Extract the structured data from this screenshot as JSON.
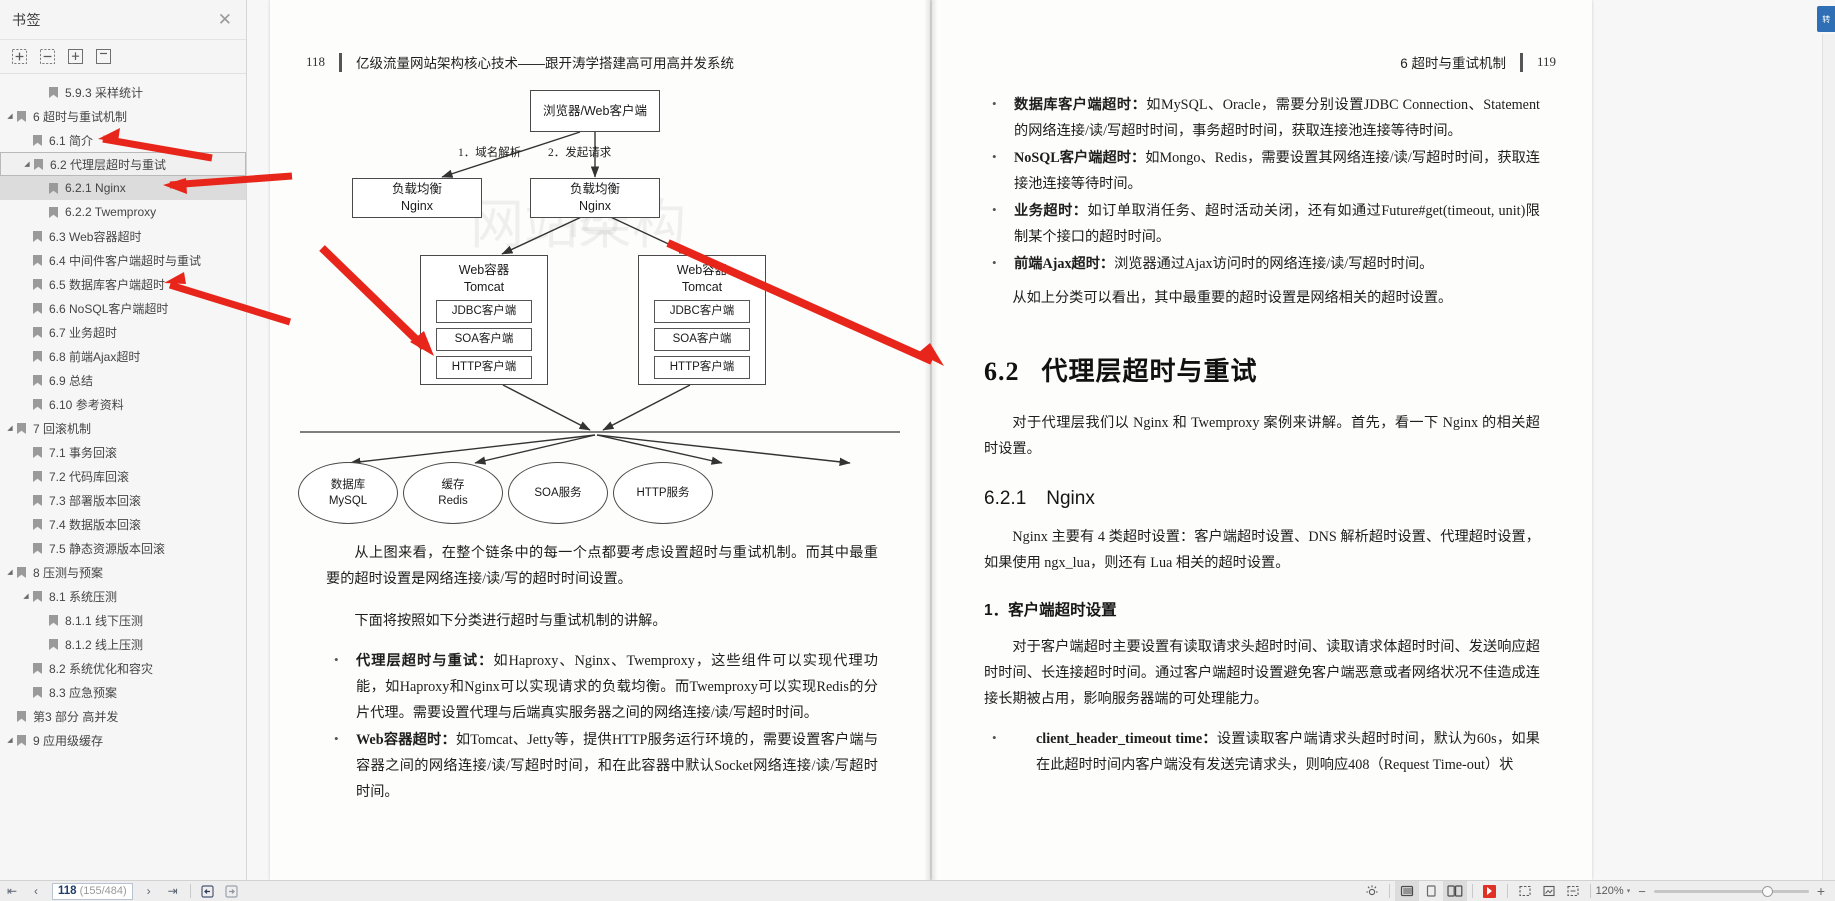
{
  "sidebar": {
    "title": "书签",
    "close_label": "✕",
    "tools": [
      {
        "name": "expand-all-icon",
        "glyph": "⊞"
      },
      {
        "name": "collapse-all-icon",
        "glyph": "⊟"
      },
      {
        "name": "add-bookmark-icon",
        "glyph": "⊞"
      },
      {
        "name": "bookmark-options-icon",
        "glyph": "⊡"
      }
    ],
    "items": [
      {
        "label": "5.9.3 采样统计",
        "indent": 2,
        "twisty": "",
        "state": "normal"
      },
      {
        "label": "6 超时与重试机制",
        "indent": 0,
        "twisty": "▾",
        "state": "normal"
      },
      {
        "label": "6.1 简介",
        "indent": 1,
        "twisty": "",
        "state": "normal"
      },
      {
        "label": "6.2 代理层超时与重试",
        "indent": 1,
        "twisty": "▾",
        "state": "boxed"
      },
      {
        "label": "6.2.1 Nginx",
        "indent": 2,
        "twisty": "",
        "state": "highlight"
      },
      {
        "label": "6.2.2 Twemproxy",
        "indent": 2,
        "twisty": "",
        "state": "normal"
      },
      {
        "label": "6.3 Web容器超时",
        "indent": 1,
        "twisty": "",
        "state": "normal"
      },
      {
        "label": "6.4 中间件客户端超时与重试",
        "indent": 1,
        "twisty": "",
        "state": "normal"
      },
      {
        "label": "6.5 数据库客户端超时",
        "indent": 1,
        "twisty": "",
        "state": "normal"
      },
      {
        "label": "6.6 NoSQL客户端超时",
        "indent": 1,
        "twisty": "",
        "state": "normal"
      },
      {
        "label": "6.7 业务超时",
        "indent": 1,
        "twisty": "",
        "state": "normal"
      },
      {
        "label": "6.8 前端Ajax超时",
        "indent": 1,
        "twisty": "",
        "state": "normal"
      },
      {
        "label": "6.9 总结",
        "indent": 1,
        "twisty": "",
        "state": "normal"
      },
      {
        "label": "6.10 参考资料",
        "indent": 1,
        "twisty": "",
        "state": "normal"
      },
      {
        "label": "7 回滚机制",
        "indent": 0,
        "twisty": "▾",
        "state": "normal"
      },
      {
        "label": "7.1 事务回滚",
        "indent": 1,
        "twisty": "",
        "state": "normal"
      },
      {
        "label": "7.2 代码库回滚",
        "indent": 1,
        "twisty": "",
        "state": "normal"
      },
      {
        "label": "7.3 部署版本回滚",
        "indent": 1,
        "twisty": "",
        "state": "normal"
      },
      {
        "label": "7.4 数据版本回滚",
        "indent": 1,
        "twisty": "",
        "state": "normal"
      },
      {
        "label": "7.5 静态资源版本回滚",
        "indent": 1,
        "twisty": "",
        "state": "normal"
      },
      {
        "label": "8 压测与预案",
        "indent": 0,
        "twisty": "▾",
        "state": "normal"
      },
      {
        "label": "8.1 系统压测",
        "indent": 1,
        "twisty": "▾",
        "state": "normal"
      },
      {
        "label": "8.1.1 线下压测",
        "indent": 2,
        "twisty": "",
        "state": "normal"
      },
      {
        "label": "8.1.2 线上压测",
        "indent": 2,
        "twisty": "",
        "state": "normal"
      },
      {
        "label": "8.2 系统优化和容灾",
        "indent": 1,
        "twisty": "",
        "state": "normal"
      },
      {
        "label": "8.3 应急预案",
        "indent": 1,
        "twisty": "",
        "state": "normal"
      },
      {
        "label": "第3 部分 高并发",
        "indent": 0,
        "twisty": "",
        "state": "normal"
      },
      {
        "label": "9 应用级缓存",
        "indent": 0,
        "twisty": "▾",
        "state": "normal"
      }
    ]
  },
  "left_page": {
    "page_number": "118",
    "running_head": "亿级流量网站架构核心技术——跟开涛学搭建高可用高并发系统",
    "diagram": {
      "client_box": "浏览器/Web客户端",
      "edge_label_1": "1．域名解析",
      "edge_label_2": "2．发起请求",
      "lb_left": {
        "line1": "负载均衡",
        "line2": "Nginx"
      },
      "lb_right": {
        "line1": "负载均衡",
        "line2": "Nginx"
      },
      "tomcat_left": {
        "line1": "Web容器",
        "line2": "Tomcat",
        "clients": [
          "JDBC客户端",
          "SOA客户端",
          "HTTP客户端"
        ]
      },
      "tomcat_right": {
        "line1": "Web容器",
        "line2": "Tomcat",
        "clients": [
          "JDBC客户端",
          "SOA客户端",
          "HTTP客户端"
        ]
      },
      "backends": [
        {
          "line1": "数据库",
          "line2": "MySQL"
        },
        {
          "line1": "缓存",
          "line2": "Redis"
        },
        {
          "line1": "SOA服务",
          "line2": ""
        },
        {
          "line1": "HTTP服务",
          "line2": ""
        }
      ]
    },
    "para1": "从上图来看，在整个链条中的每一个点都要考虑设置超时与重试机制。而其中最重要的超时设置是网络连接/读/写的超时时间设置。",
    "para2": "下面将按照如下分类进行超时与重试机制的讲解。",
    "bullets": [
      {
        "term": "代理层超时与重试：",
        "text": "如Haproxy、Nginx、Twemproxy，这些组件可以实现代理功能，如Haproxy和Nginx可以实现请求的负载均衡。而Twemproxy可以实现Redis的分片代理。需要设置代理与后端真实服务器之间的网络连接/读/写超时时间。"
      },
      {
        "term": "Web容器超时：",
        "text": "如Tomcat、Jetty等，提供HTTP服务运行环境的，需要设置客户端与容器之间的网络连接/读/写超时时间，和在此容器中默认Socket网络连接/读/写超时时间。"
      }
    ]
  },
  "right_page": {
    "page_number": "119",
    "running_head": "6 超时与重试机制",
    "bullets": [
      {
        "term": "数据库客户端超时：",
        "text": "如MySQL、Oracle，需要分别设置JDBC Connection、Statement的网络连接/读/写超时时间，事务超时时间，获取连接池连接等待时间。"
      },
      {
        "term": "NoSQL客户端超时：",
        "text": "如Mongo、Redis，需要设置其网络连接/读/写超时时间，获取连接池连接等待时间。"
      },
      {
        "term": "业务超时：",
        "text": "如订单取消任务、超时活动关闭，还有如通过Future#get(timeout, unit)限制某个接口的超时时间。"
      },
      {
        "term": "前端Ajax超时：",
        "text": "浏览器通过Ajax访问时的网络连接/读/写超时时间。"
      }
    ],
    "para_after_bullets": "从如上分类可以看出，其中最重要的超时设置是网络相关的超时设置。",
    "section_number": "6.2",
    "section_title": "代理层超时与重试",
    "section_intro": "对于代理层我们以 Nginx 和 Twemproxy 案例来讲解。首先，看一下 Nginx 的相关超时设置。",
    "subsection_number": "6.2.1",
    "subsection_title": "Nginx",
    "subsection_intro": "Nginx 主要有 4 类超时设置：客户端超时设置、DNS 解析超时设置、代理超时设置，如果使用 ngx_lua，则还有 Lua 相关的超时设置。",
    "numbered_heading": "1．客户端超时设置",
    "numbered_intro": "对于客户端超时主要设置有读取请求头超时时间、读取请求体超时时间、发送响应超时时间、长连接超时时间。通过客户端超时设置避免客户端恶意或者网络状况不佳造成连接长期被占用，影响服务器端的可处理能力。",
    "last_bullet": {
      "term": "client_header_timeout time：",
      "text": "设置读取客户端请求头超时时间，默认为60s，如果在此超时时间内客户端没有发送完请求头，则响应408（Request Time-out）状"
    }
  },
  "bottom_toolbar": {
    "first_page_icon": "⇤",
    "prev_page_icon": "‹",
    "current_page": "118",
    "total_pages": "(155/484)",
    "next_page_icon": "›",
    "last_page_icon": "⇥",
    "prev_view_icon": "⇦",
    "next_view_icon": "⇨",
    "fit_icon": "☀",
    "single_page_icon": "▤",
    "continuous_icon": "▯",
    "facing_icon": "▥",
    "select_tool_icon": "▶",
    "snapshot_icons": [
      "⬚",
      "⬚",
      "⬚"
    ],
    "zoom_level": "120%",
    "zoom_out_icon": "−",
    "zoom_in_icon": "+"
  },
  "right_chip": {
    "label": "转"
  },
  "colors": {
    "annotation_red": "#e8251a",
    "accent_blue": "#2f6fb5",
    "sidebar_bg": "#f5f5f5",
    "page_bg": "#fdfdfb"
  }
}
